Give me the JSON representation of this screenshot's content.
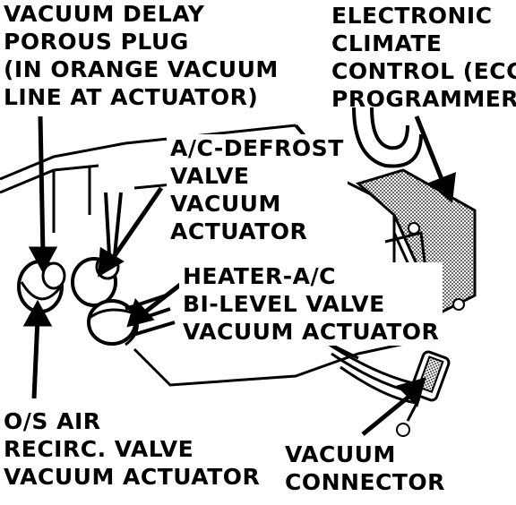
{
  "labels": {
    "vacuum_delay": [
      "VACUUM DELAY",
      "POROUS PLUG",
      "(IN ORANGE VACUUM",
      "LINE AT ACTUATOR)"
    ],
    "ecc_programmer": [
      "ELECTRONIC",
      "CLIMATE",
      "CONTROL (ECC)",
      "PROGRAMMER"
    ],
    "ac_defrost": [
      "A/C-DEFROST",
      "VALVE",
      "VACUUM",
      "ACTUATOR"
    ],
    "heater_ac": [
      "HEATER-A/C",
      "BI-LEVEL VALVE",
      "VACUUM ACTUATOR"
    ],
    "os_air": [
      "O/S AIR",
      "RECIRC.  VALVE",
      "VACUUM ACTUATOR"
    ],
    "vacuum_connector": [
      "VACUUM",
      "CONNECTOR"
    ]
  },
  "colors": {
    "ink": "#000000",
    "paper": "#ffffff",
    "shade": "#9a9a9a"
  }
}
